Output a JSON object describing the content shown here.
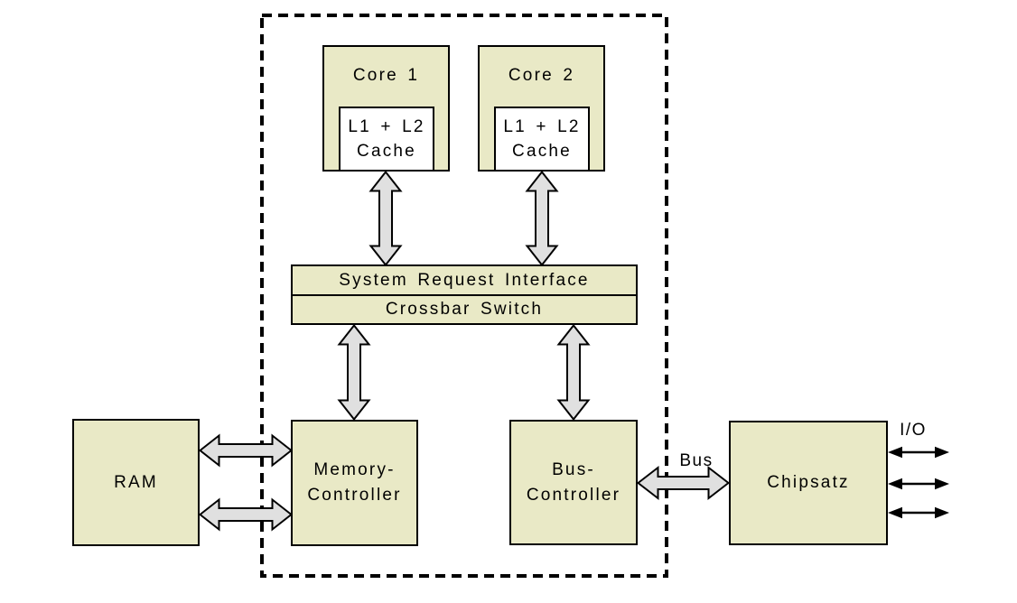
{
  "colors": {
    "box_fill": "#e9e9c6",
    "cache_fill": "#ffffff",
    "arrow_fill": "#e0e0e0",
    "line": "#000000",
    "background": "#ffffff"
  },
  "nodes": {
    "core1": "Core 1",
    "core2": "Core 2",
    "cache_line1": "L1 + L2",
    "cache_line2": "Cache",
    "sri": "System Request Interface",
    "crossbar": "Crossbar Switch",
    "ram": "RAM",
    "memctrl_line1": "Memory-",
    "memctrl_line2": "Controller",
    "busctrl_line1": "Bus-",
    "busctrl_line2": "Controller",
    "chipset": "Chipsatz"
  },
  "labels": {
    "bus": "Bus",
    "io": "I/O"
  },
  "connections": [
    {
      "from": "core1-cache",
      "to": "system-request-interface",
      "bidirectional": true,
      "style": "block-arrow"
    },
    {
      "from": "core2-cache",
      "to": "system-request-interface",
      "bidirectional": true,
      "style": "block-arrow"
    },
    {
      "from": "crossbar-switch",
      "to": "memory-controller",
      "bidirectional": true,
      "style": "block-arrow"
    },
    {
      "from": "crossbar-switch",
      "to": "bus-controller",
      "bidirectional": true,
      "style": "block-arrow"
    },
    {
      "from": "ram",
      "to": "memory-controller",
      "bidirectional": true,
      "style": "block-arrow",
      "count": 2
    },
    {
      "from": "bus-controller",
      "to": "chipset",
      "bidirectional": true,
      "style": "block-arrow",
      "label": "Bus"
    },
    {
      "from": "chipset",
      "to": "io",
      "bidirectional": true,
      "style": "thin-arrow",
      "count": 3,
      "label": "I/O"
    }
  ]
}
